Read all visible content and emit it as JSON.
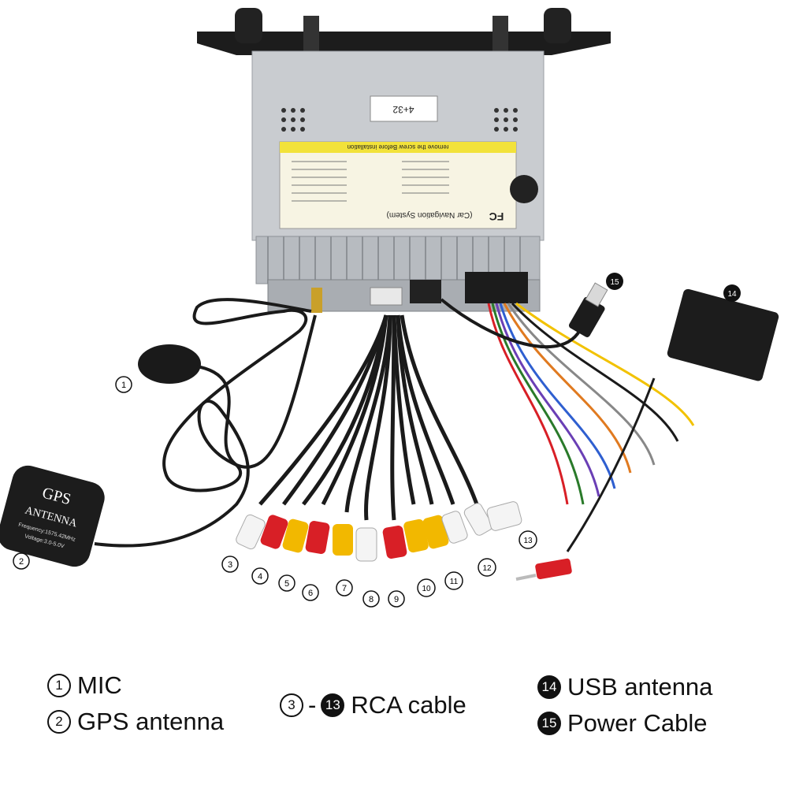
{
  "photo": {
    "unit_sticker": "4+32",
    "fc_mark": "FC",
    "car_nav_text": "(Car Navigation System)",
    "warning_text": "remove the screw Before installation",
    "gps_title": "GPS",
    "gps_sub": "ANTENNA",
    "gps_freq": "Frequency:1575.42MHz",
    "gps_voltage": "Voltage:3.0-5.0V",
    "callouts": [
      "1",
      "2",
      "3",
      "4",
      "5",
      "6",
      "7",
      "8",
      "9",
      "10",
      "11",
      "12",
      "13",
      "14",
      "15"
    ]
  },
  "legend": {
    "mic": {
      "num": "1",
      "label": "MIC"
    },
    "gps": {
      "num": "2",
      "label": "GPS antenna"
    },
    "rca": {
      "num_start": "3",
      "dash": "-",
      "num_end": "13",
      "label": "RCA cable"
    },
    "usb": {
      "num": "14",
      "label": "USB antenna"
    },
    "power": {
      "num": "15",
      "label": "Power Cable"
    }
  },
  "colors": {
    "chassis": "#c9ccd0",
    "sticker": "#f2e23a",
    "cable": "#1a1a1a",
    "rca_red": "#d81f26",
    "rca_yellow": "#f2b800",
    "rca_white": "#f4f4f4"
  }
}
